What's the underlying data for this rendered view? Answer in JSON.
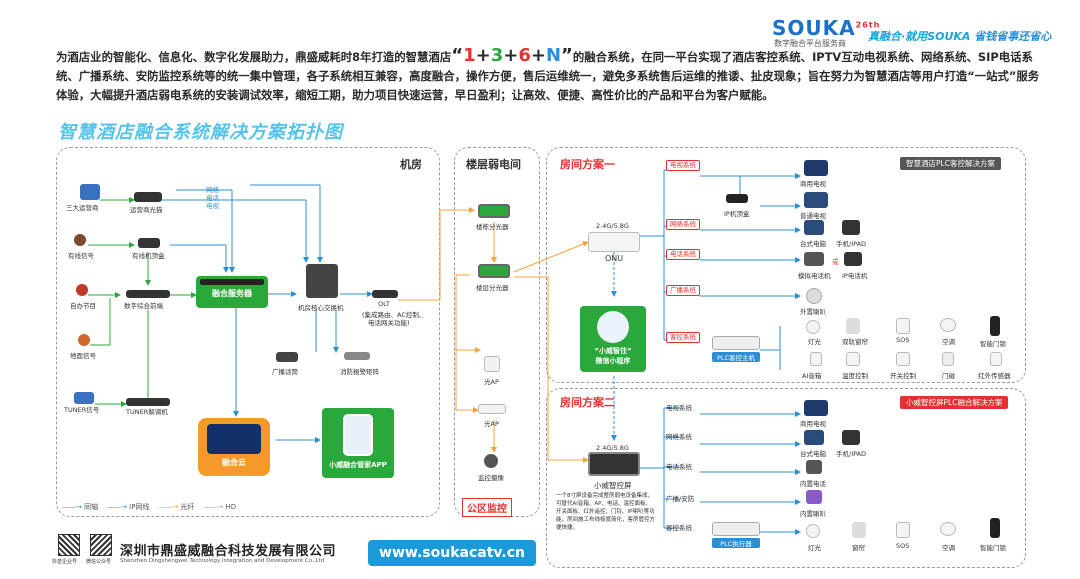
{
  "brand": {
    "name": "SOUKA",
    "superscript": "26th",
    "sub": "数字融合平台服务商",
    "slogan": "真融合·就用SOUKA",
    "slogan2": "省钱省事还省心"
  },
  "intro": {
    "part1": "为酒店业的智能化、信息化、数字化发展助力，鼎盛威耗时8年打造的智慧酒店",
    "hl_open": "“",
    "hl1": "1",
    "hl2": "3",
    "hl3": "6",
    "hl4": "N",
    "plus": "+",
    "hl_close": "”",
    "part2": "的融合系统，在同一平台实现了酒店客控系统、IPTV互动电视系统、网络系统、SIP电话系统、广播系统、安防监控系统等的统一集中管理，各子系统相互兼容，高度融合，操作方便，售后运维统一，避免多系统售后运维的推诿、扯皮现象；旨在努力为智慧酒店等用户打造“一站式”服务体验，大幅提升酒店弱电系统的安装调试效率，缩短工期，助力项目快速运营，早日盈利；让高效、便捷、高性价比的产品和平台为客户赋能。"
  },
  "title": "智慧酒店融合系统解决方案拓扑图",
  "sections": {
    "machine_room": "机房",
    "floor": "楼层弱电间",
    "room1": "房间方案一",
    "room2": "房间方案二",
    "public": "公区监控"
  },
  "machine": {
    "operators": "三大运营商",
    "operator_modem": "运营商光猫",
    "cable": "有线信号",
    "cable_stb": "有线机顶盒",
    "self_program": "自办节目",
    "digital_frontend": "数字综合前端",
    "terrestrial": "地面信号",
    "fusion_server": "融合服务器",
    "core_switch": "机房核心交换机",
    "olt": "OLT",
    "olt_desc1": "(集成路由、AC控制、",
    "olt_desc2": "电话网关功能)",
    "broadcast_host": "广播话筒",
    "fire_matrix": "消防报警矩阵",
    "tuner_signal": "TUNER信号",
    "tuner_decoder": "TUNER解调机",
    "cloud": "融合云",
    "app": "小威融合管家APP",
    "line_net": "网络",
    "line_phone": "电话",
    "line_tv": "电视"
  },
  "floor": {
    "building_splitter": "楼栋分光器",
    "floor_splitter": "楼层分光器",
    "ap1": "光AP",
    "ap2": "光AP",
    "camera": "监控摄像"
  },
  "room1": {
    "plc_title": "智慧酒店PLC客控解决方案",
    "wifi": "2.4G/5.8G",
    "onu": "ONU",
    "miniapp_line1": "“小威智住”",
    "miniapp_line2": "微信小程序",
    "tv_sys": "电视系统",
    "net_sys": "网络系统",
    "phone_sys": "电话系统",
    "bc_sys": "广播系统",
    "guest_sys": "客控系统",
    "commercial_tv": "商用电视",
    "iptv_stb": "IP机顶盒",
    "normal_tv": "普通电视",
    "pc": "台式电脑",
    "phone_ipad": "手机/IPAD",
    "analog_phone": "模拟电话机",
    "ip_phone": "IP电话机",
    "or": "或",
    "speaker": "外置喇叭",
    "plc_host": "PLC客控主机",
    "light": "灯光",
    "curtain": "双轨窗帘",
    "sos": "SOS",
    "ac": "空调",
    "door_lock": "智能门锁",
    "ai_speaker": "AI音箱",
    "temp": "温度控制",
    "switch": "开关控制",
    "door_mag": "门磁",
    "ir": "红外传感器"
  },
  "room2": {
    "plc_title": "小威智控屏PLC融合解决方案",
    "wifi": "2.4G/5.8G",
    "screen": "小威智控屏",
    "desc": "一个8寸屏设备完成整房弱电设备集成，可替代AI音箱、AP、电话、温控面板、开关面板、红外遥控、门铃、IP喇叭等功能，房间施工布线极度简化，客房管控方便快捷。",
    "tv_sys": "电视系统",
    "net_sys": "网络系统",
    "phone_sys": "电话系统",
    "bc_sys": "广播/安防",
    "guest_sys": "客控系统",
    "commercial_tv": "商用电视",
    "pc": "台式电脑",
    "phone_ipad": "手机/IPAD",
    "inner_phone": "内置电话",
    "inner_speaker": "内置喇叭",
    "plc_exec": "PLC执行器",
    "light": "灯光",
    "curtain": "窗帘",
    "sos": "SOS",
    "ac": "空调",
    "door_lock": "智能门锁"
  },
  "legend": {
    "coax": "同轴",
    "iptv": "IP网线",
    "fiber": "光纤",
    "hd": "HD"
  },
  "footer": {
    "company": "深圳市鼎盛威融合科技发展有限公司",
    "company_en": "Shenzhen Dingshengwei Technology Integration and Development Co.,Ltd",
    "website": "www.soukacatv.cn",
    "qr1": "抖音企业号",
    "qr2": "微信公众号"
  },
  "colors": {
    "green": "#2ba83b",
    "blue": "#2a8fd6",
    "orange": "#f5a23a",
    "red": "#e43030",
    "cyan": "#56c4ea"
  }
}
